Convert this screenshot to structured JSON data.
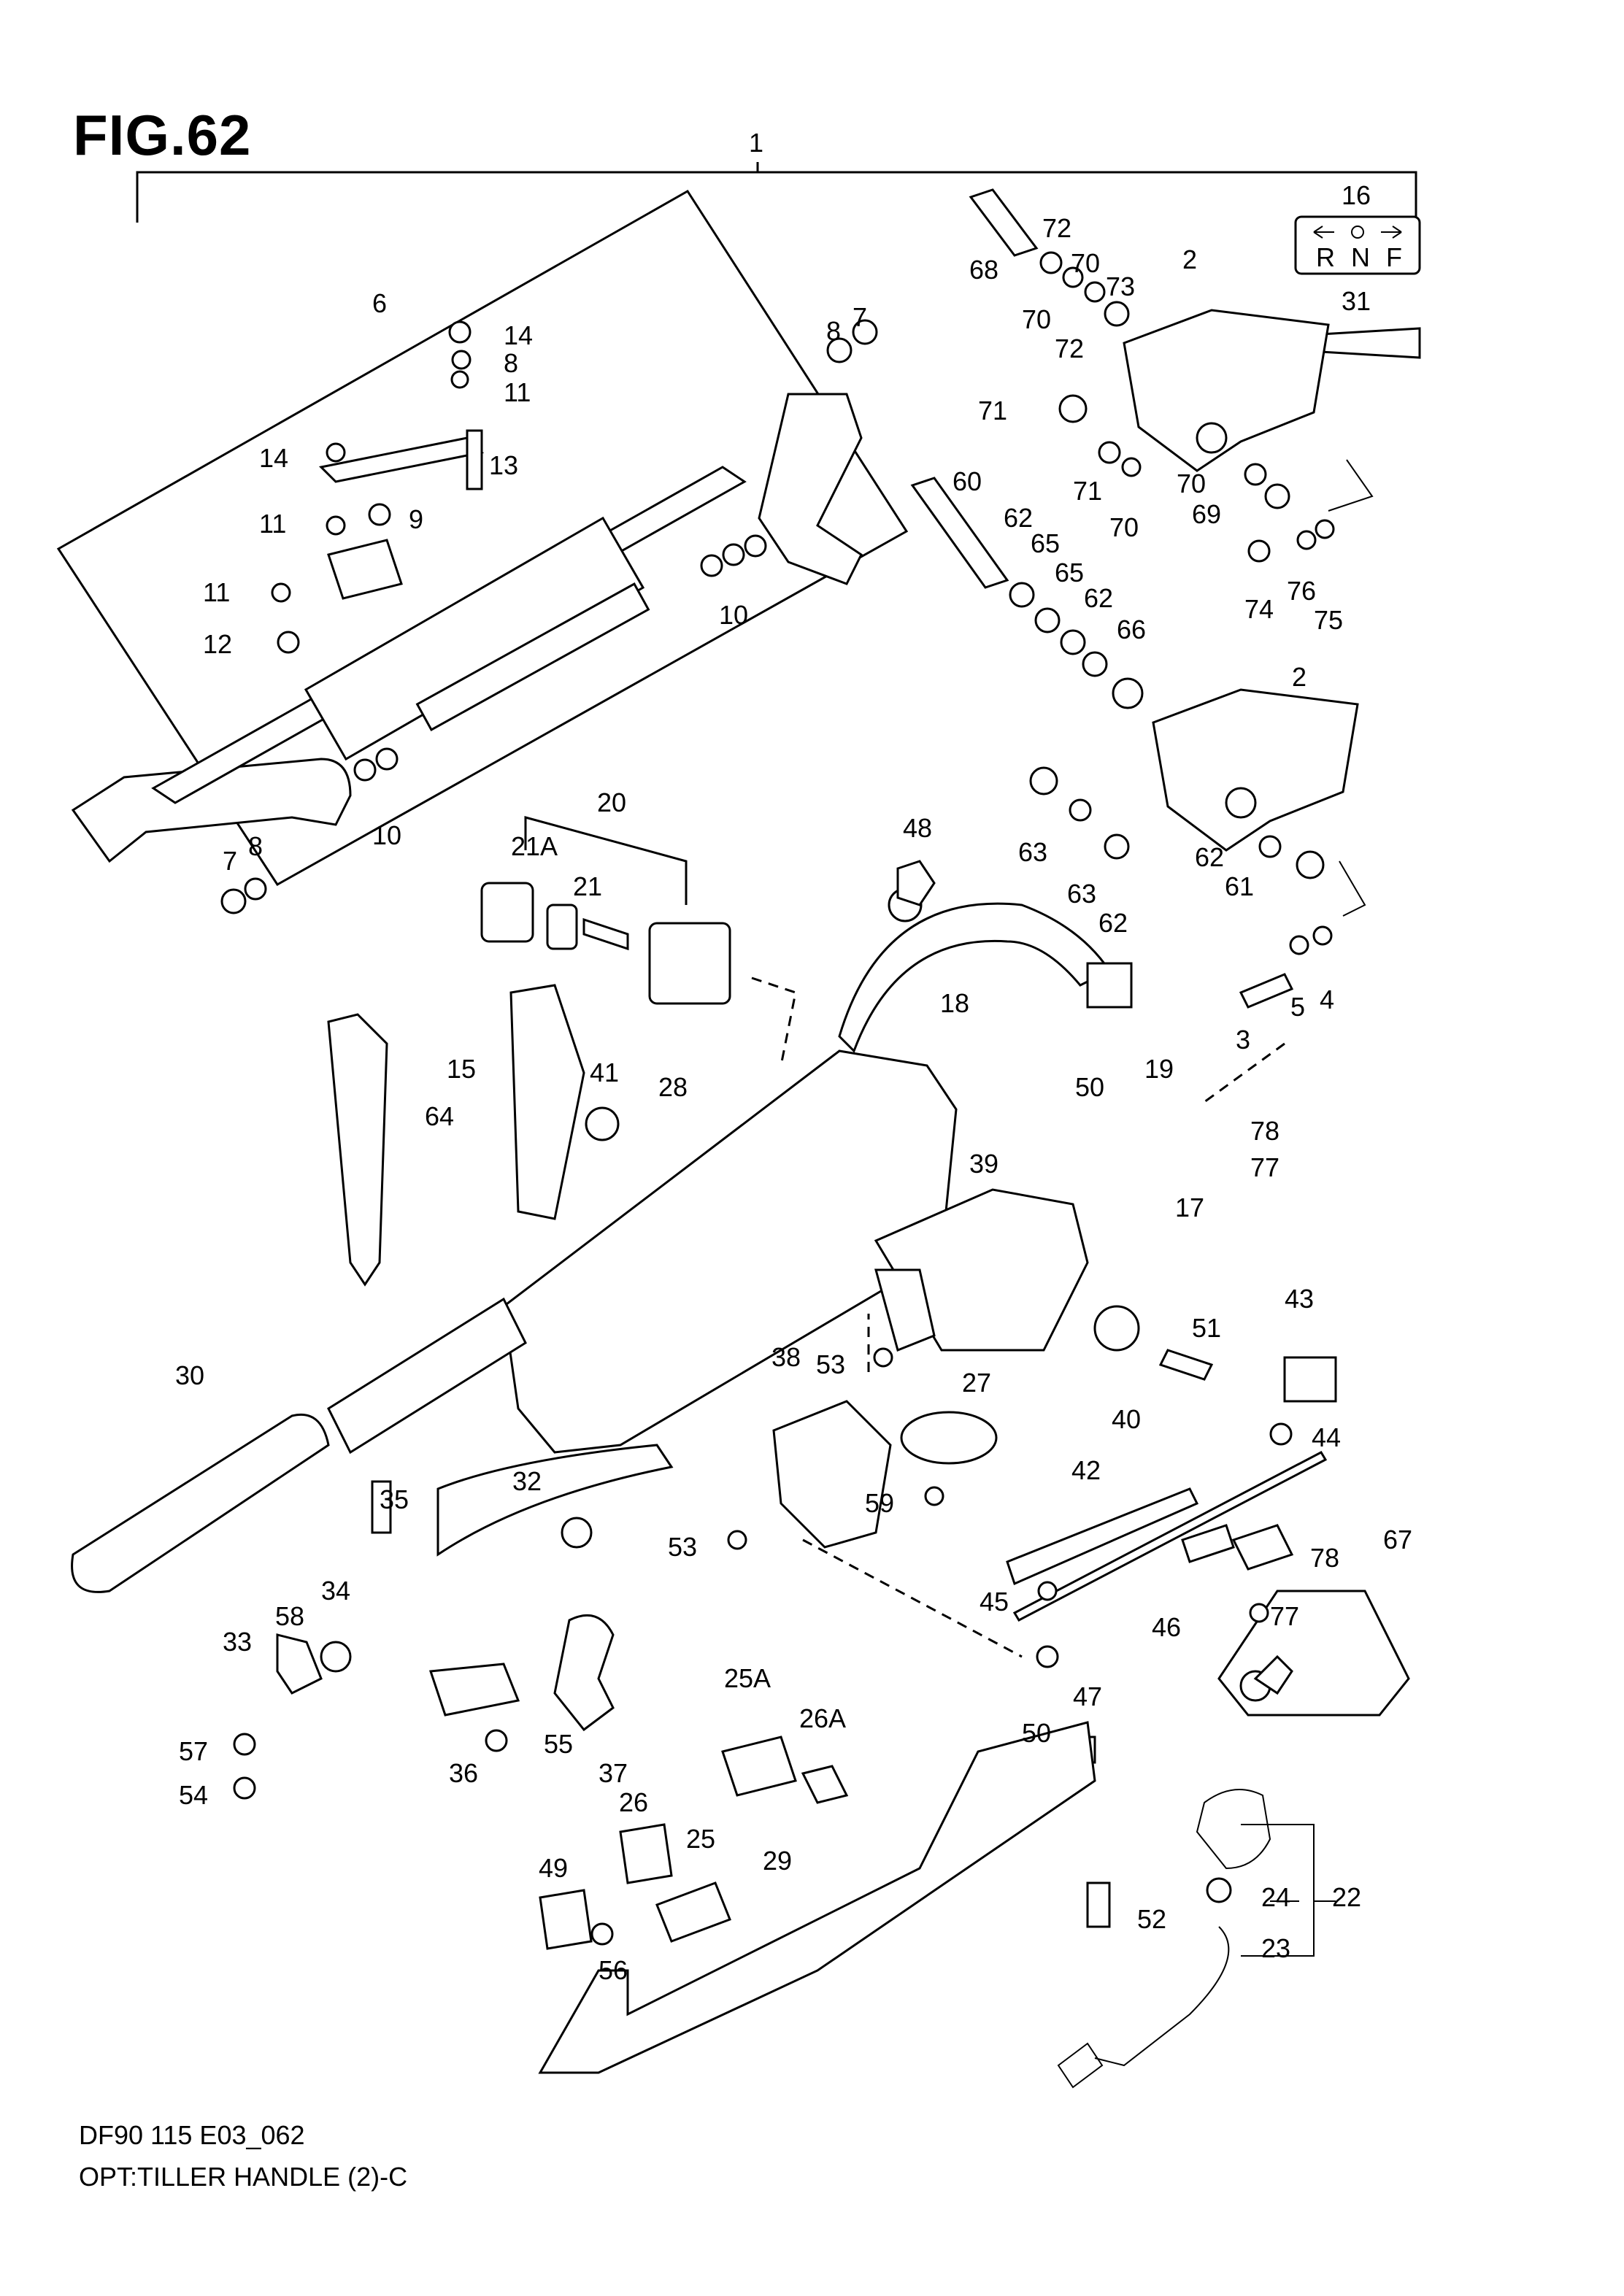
{
  "figure": {
    "title": "FIG.62",
    "model_code": "DF90 115 E03_062",
    "subtitle": "OPT:TILLER HANDLE (2)-C"
  },
  "plate": {
    "letters": [
      "R",
      "N",
      "F"
    ]
  },
  "labels": [
    {
      "id": "1",
      "text": "1"
    },
    {
      "id": "16",
      "text": "16"
    },
    {
      "id": "31",
      "text": "31"
    },
    {
      "id": "6",
      "text": "6"
    },
    {
      "id": "14a",
      "text": "14"
    },
    {
      "id": "8a",
      "text": "8"
    },
    {
      "id": "11a",
      "text": "11"
    },
    {
      "id": "14b",
      "text": "14"
    },
    {
      "id": "13",
      "text": "13"
    },
    {
      "id": "11b",
      "text": "11"
    },
    {
      "id": "9",
      "text": "9"
    },
    {
      "id": "11c",
      "text": "11"
    },
    {
      "id": "12",
      "text": "12"
    },
    {
      "id": "8b",
      "text": "8"
    },
    {
      "id": "7a",
      "text": "7"
    },
    {
      "id": "10a",
      "text": "10"
    },
    {
      "id": "10b",
      "text": "10"
    },
    {
      "id": "7b",
      "text": "7"
    },
    {
      "id": "8c",
      "text": "8"
    },
    {
      "id": "68",
      "text": "68"
    },
    {
      "id": "72a",
      "text": "72"
    },
    {
      "id": "70a",
      "text": "70"
    },
    {
      "id": "73",
      "text": "73"
    },
    {
      "id": "2a",
      "text": "2"
    },
    {
      "id": "70b",
      "text": "70"
    },
    {
      "id": "72b",
      "text": "72"
    },
    {
      "id": "71a",
      "text": "71"
    },
    {
      "id": "71b",
      "text": "71"
    },
    {
      "id": "70c",
      "text": "70"
    },
    {
      "id": "70d",
      "text": "70"
    },
    {
      "id": "69",
      "text": "69"
    },
    {
      "id": "60",
      "text": "60"
    },
    {
      "id": "62a",
      "text": "62"
    },
    {
      "id": "65a",
      "text": "65"
    },
    {
      "id": "65b",
      "text": "65"
    },
    {
      "id": "62b",
      "text": "62"
    },
    {
      "id": "66",
      "text": "66"
    },
    {
      "id": "74",
      "text": "74"
    },
    {
      "id": "76",
      "text": "76"
    },
    {
      "id": "75",
      "text": "75"
    },
    {
      "id": "2b",
      "text": "2"
    },
    {
      "id": "63a",
      "text": "63"
    },
    {
      "id": "63b",
      "text": "63"
    },
    {
      "id": "62c",
      "text": "62"
    },
    {
      "id": "62d",
      "text": "62"
    },
    {
      "id": "61",
      "text": "61"
    },
    {
      "id": "20",
      "text": "20"
    },
    {
      "id": "21A",
      "text": "21A"
    },
    {
      "id": "21",
      "text": "21"
    },
    {
      "id": "48",
      "text": "48"
    },
    {
      "id": "18",
      "text": "18"
    },
    {
      "id": "3",
      "text": "3"
    },
    {
      "id": "5",
      "text": "5"
    },
    {
      "id": "4",
      "text": "4"
    },
    {
      "id": "19",
      "text": "19"
    },
    {
      "id": "64",
      "text": "64"
    },
    {
      "id": "15",
      "text": "15"
    },
    {
      "id": "41",
      "text": "41"
    },
    {
      "id": "28",
      "text": "28"
    },
    {
      "id": "50a",
      "text": "50"
    },
    {
      "id": "78a",
      "text": "78"
    },
    {
      "id": "77a",
      "text": "77"
    },
    {
      "id": "17",
      "text": "17"
    },
    {
      "id": "39",
      "text": "39"
    },
    {
      "id": "43",
      "text": "43"
    },
    {
      "id": "51",
      "text": "51"
    },
    {
      "id": "53a",
      "text": "53"
    },
    {
      "id": "40",
      "text": "40"
    },
    {
      "id": "44",
      "text": "44"
    },
    {
      "id": "30",
      "text": "30"
    },
    {
      "id": "38",
      "text": "38"
    },
    {
      "id": "27",
      "text": "27"
    },
    {
      "id": "42",
      "text": "42"
    },
    {
      "id": "59",
      "text": "59"
    },
    {
      "id": "35",
      "text": "35"
    },
    {
      "id": "32",
      "text": "32"
    },
    {
      "id": "53b",
      "text": "53"
    },
    {
      "id": "67",
      "text": "67"
    },
    {
      "id": "78b",
      "text": "78"
    },
    {
      "id": "34",
      "text": "34"
    },
    {
      "id": "58",
      "text": "58"
    },
    {
      "id": "45",
      "text": "45"
    },
    {
      "id": "46",
      "text": "46"
    },
    {
      "id": "77b",
      "text": "77"
    },
    {
      "id": "33",
      "text": "33"
    },
    {
      "id": "50b",
      "text": "50"
    },
    {
      "id": "36",
      "text": "36"
    },
    {
      "id": "55",
      "text": "55"
    },
    {
      "id": "37",
      "text": "37"
    },
    {
      "id": "25A",
      "text": "25A"
    },
    {
      "id": "26A",
      "text": "26A"
    },
    {
      "id": "47",
      "text": "47"
    },
    {
      "id": "57",
      "text": "57"
    },
    {
      "id": "54",
      "text": "54"
    },
    {
      "id": "26",
      "text": "26"
    },
    {
      "id": "25",
      "text": "25"
    },
    {
      "id": "29",
      "text": "29"
    },
    {
      "id": "52",
      "text": "52"
    },
    {
      "id": "49",
      "text": "49"
    },
    {
      "id": "24",
      "text": "24"
    },
    {
      "id": "22",
      "text": "22"
    },
    {
      "id": "23",
      "text": "23"
    },
    {
      "id": "56",
      "text": "56"
    }
  ]
}
